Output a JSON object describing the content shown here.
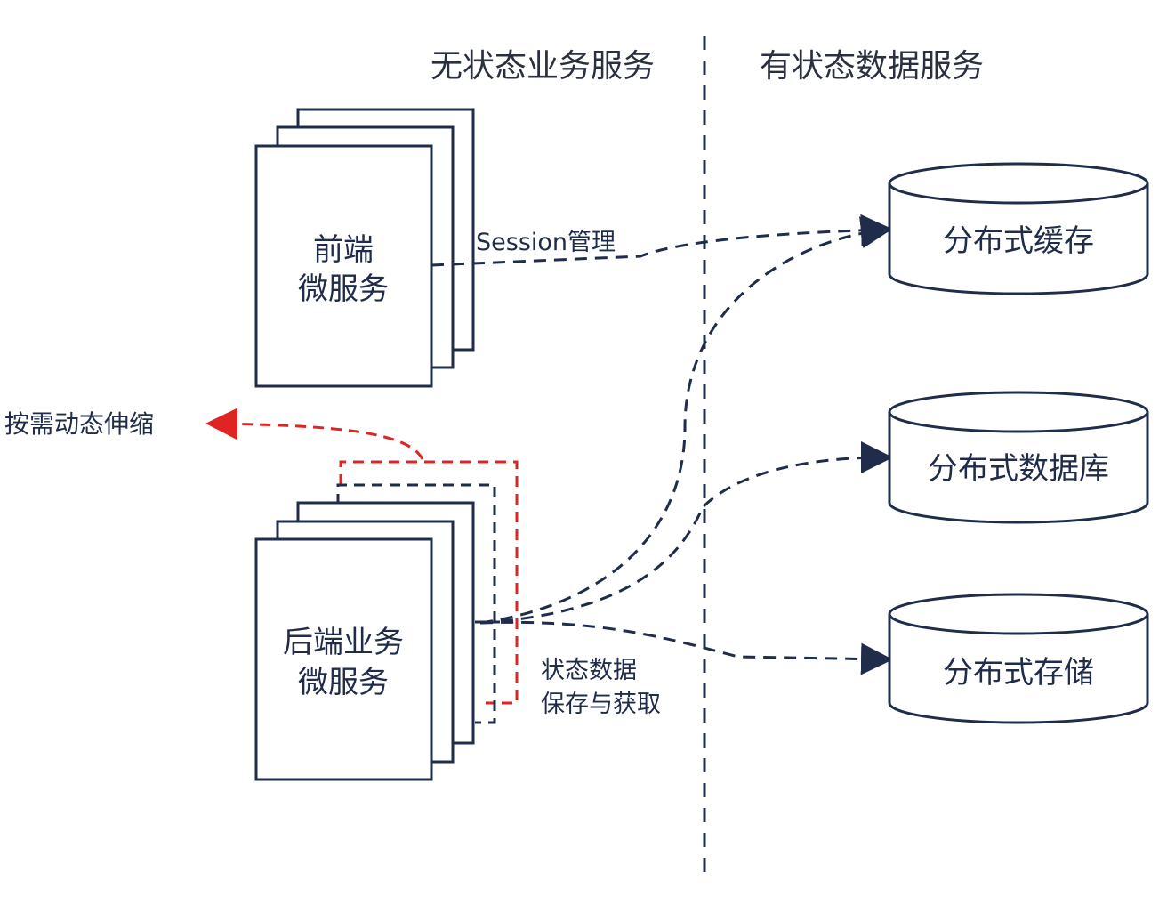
{
  "headers": {
    "left": "无状态业务服务",
    "right": "有状态数据服务"
  },
  "frontend": {
    "line1": "前端",
    "line2": "微服务"
  },
  "backend": {
    "line1": "后端业务",
    "line2": "微服务"
  },
  "labels": {
    "session": "Session管理",
    "scale": "按需动态伸缩",
    "state_line1": "状态数据",
    "state_line2": "保存与获取"
  },
  "stores": [
    {
      "label": "分布式缓存"
    },
    {
      "label": "分布式数据库"
    },
    {
      "label": "分布式存储"
    }
  ],
  "colors": {
    "navy": "#1f2d4a",
    "red": "#e02424"
  }
}
